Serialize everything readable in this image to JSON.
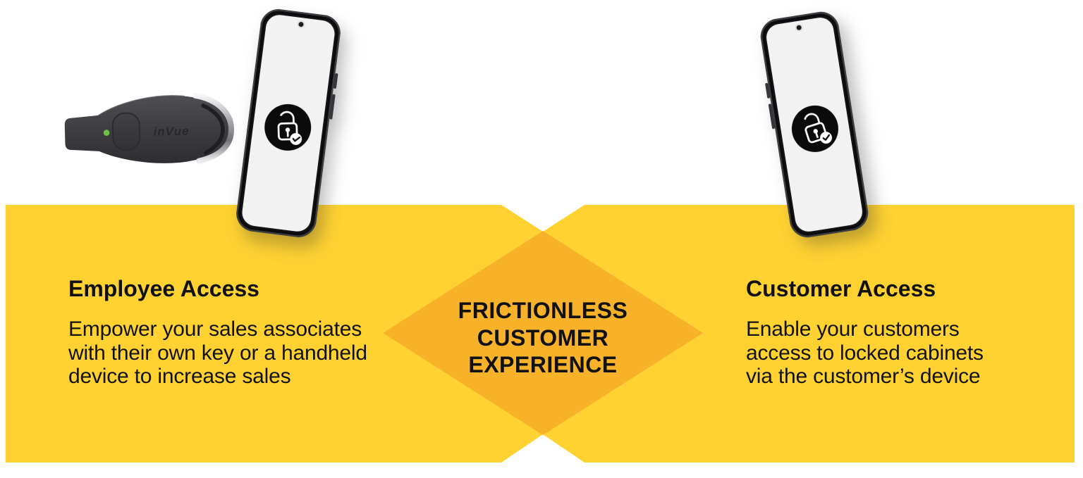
{
  "colors": {
    "bg": "#ffffff",
    "band": "#FFD232",
    "diamond": "#F8B22A",
    "text": "#111111",
    "phone-frame": "#151518",
    "phone-screen": "#f2f2f3",
    "lock-bg": "#0b0b0b",
    "key-body": "#404044",
    "led": "#70C044"
  },
  "center_diamond": {
    "lines": [
      "FRICTIONLESS",
      "CUSTOMER",
      "EXPERIENCE"
    ]
  },
  "left_panel": {
    "heading": "Employee Access",
    "body_lines": [
      "Empower your sales associates",
      "with their own key or a handheld",
      "device to increase sales"
    ]
  },
  "right_panel": {
    "heading": "Customer Access",
    "body_lines": [
      "Enable your customers",
      "access to locked cabinets",
      "via the customer’s device"
    ]
  },
  "devices": {
    "key_label": "inVue",
    "left_phone_icon": "unlocked-padlock-check-icon",
    "right_phone_icon": "unlocked-padlock-check-icon"
  }
}
